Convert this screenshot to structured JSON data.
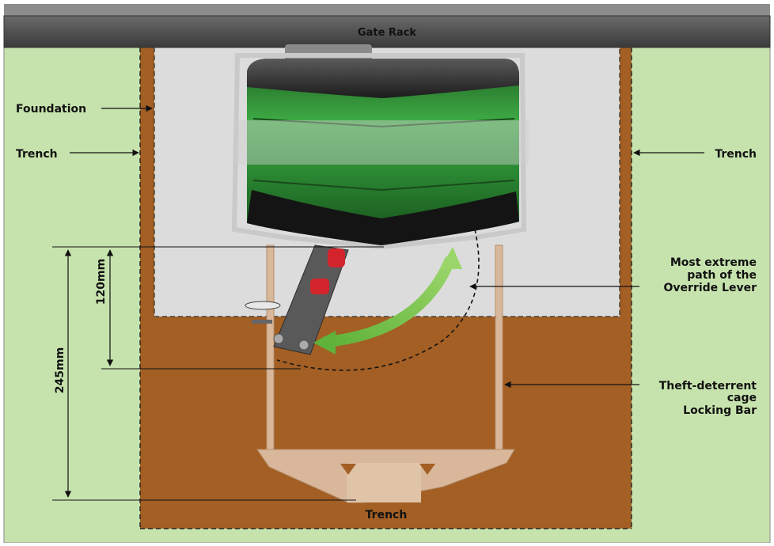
{
  "header": {
    "title": "Gate Rack"
  },
  "labels": {
    "foundation": "Foundation",
    "trench_left": "Trench",
    "trench_right": "Trench",
    "trench_bottom": "Trench",
    "path_line1": "Most extreme",
    "path_line2": "path of the",
    "path_line3": "Override Lever",
    "cage_line1": "Theft-deterrent",
    "cage_line2": "cage",
    "cage_line3": "Locking Bar"
  },
  "dimensions": {
    "inner": "120mm",
    "outer": "245mm"
  },
  "colors": {
    "ground": "#c6e3ad",
    "trench": "#a35f24",
    "pit": "#dcdcdc",
    "rack": "#4b4b4b",
    "motor_green": "#2f9a3a",
    "arrow_green": "#74c34a",
    "lever_red": "#d3242c"
  }
}
